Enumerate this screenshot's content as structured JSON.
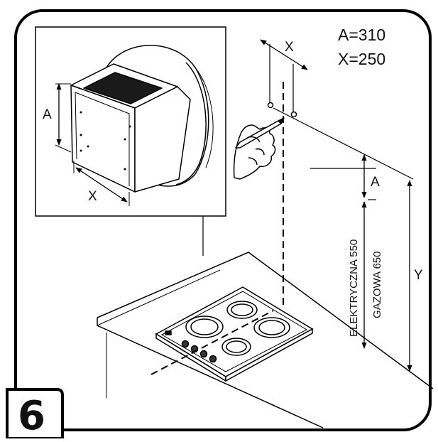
{
  "step_number": "6",
  "specs": {
    "a": "A=310",
    "x": "X=250"
  },
  "inset": {
    "label_a": "A",
    "label_x": "X"
  },
  "wall": {
    "label_x": "X",
    "label_a": "A",
    "label_y": "Y"
  },
  "heights": {
    "electric": "ELEKTRYCZNA 550",
    "gas": "GAZOWA 650"
  }
}
